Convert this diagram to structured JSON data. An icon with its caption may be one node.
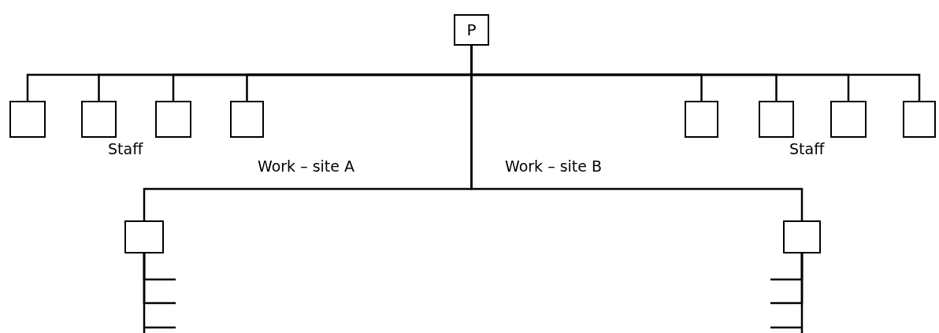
{
  "diagram": {
    "nodes": [
      {
        "text": [
          "P"
        ]
      },
      {
        "text": [],
        "shape": "box"
      },
      {
        "text": [],
        "shape": "box"
      },
      {
        "text": [],
        "shape": "box"
      },
      {
        "text": [],
        "shape": "box"
      },
      {
        "text": [],
        "shape": "box"
      },
      {
        "text": [],
        "shape": "box"
      },
      {
        "text": [],
        "shape": "box"
      },
      {
        "text": [],
        "shape": "box"
      },
      {
        "text": [],
        "shape": "box"
      },
      {
        "text": [],
        "shape": "box"
      }
    ],
    "edges": [
      {
        "from": 0,
        "to": 1,
        "arrow": "none"
      },
      {
        "from": 0,
        "to": 2,
        "arrow": "none"
      },
      {
        "from": 0,
        "to": 3,
        "arrow": "none"
      },
      {
        "from": 0,
        "to": 4,
        "arrow": "none"
      },
      {
        "from": 0,
        "to": 5,
        "arrow": "none"
      },
      {
        "from": 0,
        "to": 6,
        "arrow": "none"
      },
      {
        "from": 0,
        "to": 7,
        "arrow": "none"
      },
      {
        "from": 0,
        "to": 8,
        "arrow": "none"
      },
      {
        "from": 0,
        "to": 9,
        "arrow": "none"
      },
      {
        "from": 0,
        "to": 10,
        "arrow": "none"
      },
      {
        "from": 9,
        "to": null,
        "arrow": "none"
      },
      {
        "from": 9,
        "to": null,
        "arrow": "none"
      },
      {
        "from": 9,
        "to": null,
        "arrow": "none"
      },
      {
        "from": 10,
        "to": null,
        "arrow": "none"
      },
      {
        "from": 10,
        "to": null,
        "arrow": "none"
      },
      {
        "from": 10,
        "to": null,
        "arrow": "none"
      }
    ],
    "labels": [
      "Staff",
      "Staff",
      "Work – site A",
      "Work – site B"
    ]
  }
}
